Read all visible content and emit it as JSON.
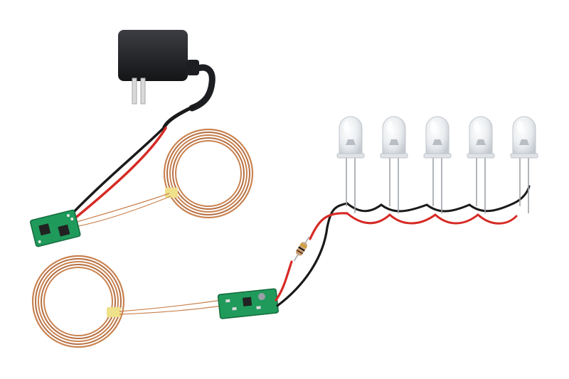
{
  "scene": {
    "background": "#ffffff",
    "colors": {
      "adapter_body": "#1d1e21",
      "adapter_highlight": "#3b3d42",
      "prong": "#d9d9d9",
      "wire_black": "#1a1a1a",
      "wire_red": "#d62a25",
      "coil_copper": "#c9824f",
      "coil_copper_dark": "#a9623a",
      "coil_tape": "#efe08a",
      "pcb_green": "#1f9a5a",
      "pcb_dark": "#136b3c",
      "chip": "#222222",
      "led_lens": "#eef0f3",
      "led_leg": "#9ea3a8",
      "resistor_body": "#c9a27a",
      "resistor_band_1": "#6b3a1e",
      "resistor_band_2": "#111111",
      "resistor_band_3": "#d4a017"
    },
    "components": {
      "adapter": "wall-power-adapter",
      "transmitter_coil": "transmitter-coil",
      "transmitter_board": "transmitter-module",
      "receiver_coil": "receiver-coil",
      "receiver_board": "receiver-module",
      "resistor": "current-limiting-resistor",
      "led_count": 5
    }
  }
}
